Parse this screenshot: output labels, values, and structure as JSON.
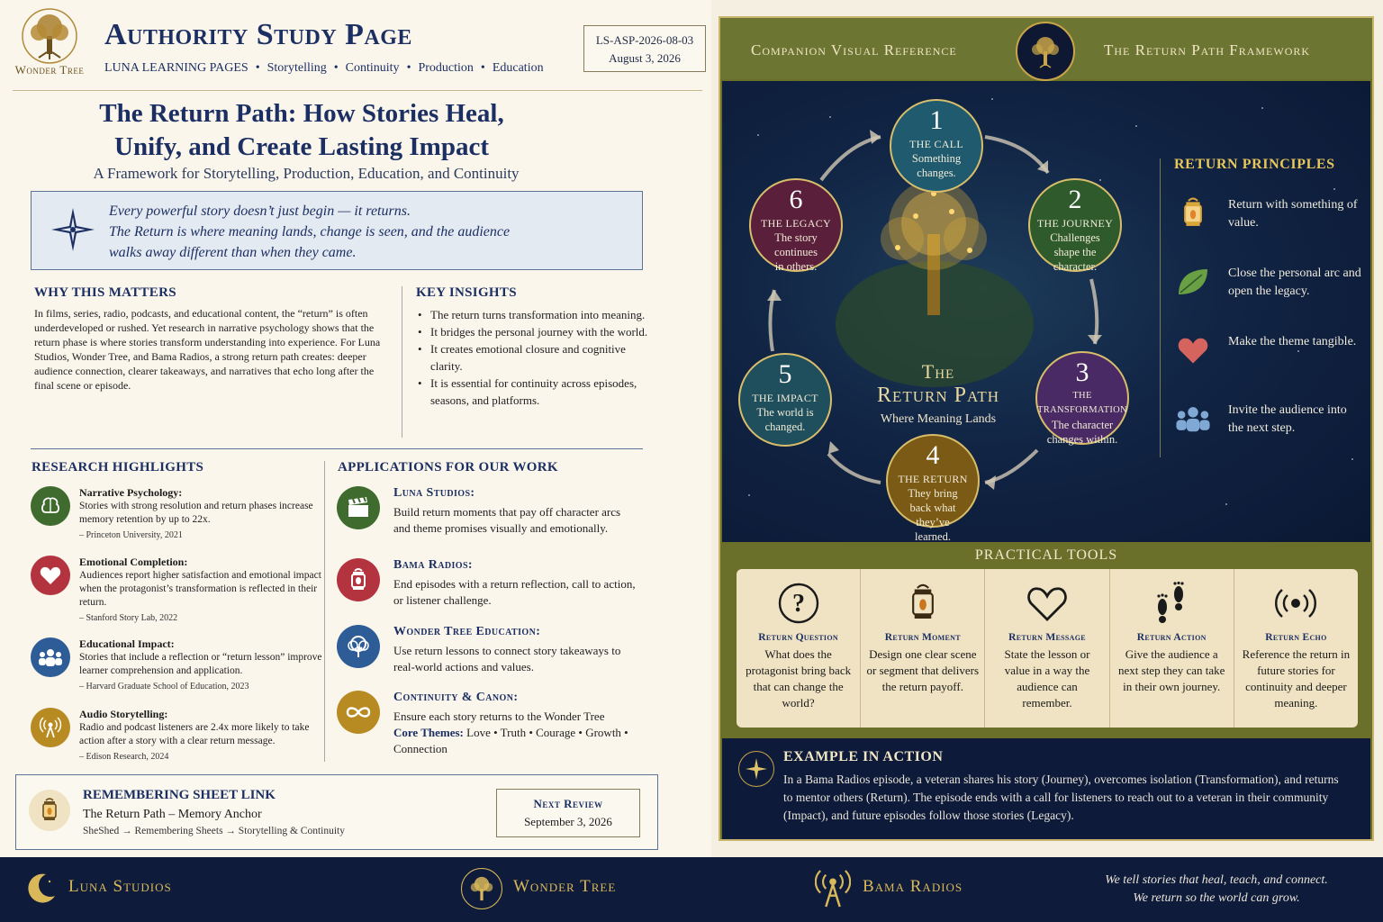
{
  "header": {
    "logo_text": "Wonder Tree",
    "title": "Authority Study Page",
    "nav": [
      "LUNA LEARNING PAGES",
      "•",
      "Storytelling",
      "•",
      "Continuity",
      "•",
      "Production",
      "•",
      "Education"
    ],
    "doc_id": "LS-ASP-2026-08-03",
    "doc_date": "August 3, 2026"
  },
  "main": {
    "title_line1": "The Return Path: How Stories Heal,",
    "title_line2": "Unify, and Create Lasting Impact",
    "subtitle": "A Framework for Storytelling, Production, Education, and Continuity",
    "quote_line1": "Every powerful story doesn’t just begin — it returns.",
    "quote_line2": "The Return is where meaning lands, change is seen, and the audience",
    "quote_line3": "walks away different than when they came."
  },
  "why": {
    "heading": "WHY THIS MATTERS",
    "text": "In films, series, radio, podcasts, and educational content, the “return” is often underdeveloped or rushed. Yet research in narrative psychology shows that the return phase is where stories transform understanding into experience. For Luna Studios, Wonder Tree, and Bama Radios, a strong return path creates: deeper audience connection, clearer takeaways, and narratives that echo long after the final scene or episode."
  },
  "insights": {
    "heading": "KEY INSIGHTS",
    "items": [
      "The return turns transformation into meaning.",
      "It bridges the personal journey with the world.",
      "It creates emotional closure and cognitive clarity.",
      "It is essential for continuity across episodes, seasons, and platforms."
    ]
  },
  "research": {
    "heading": "RESEARCH HIGHLIGHTS",
    "items": [
      {
        "title": "Narrative Psychology:",
        "text": "Stories with strong resolution and return phases increase memory retention by up to 22x.",
        "source": "– Princeton University, 2021",
        "icon": "brain-icon",
        "color": "#3f6b2e"
      },
      {
        "title": "Emotional Completion:",
        "text": "Audiences report higher satisfaction and emotional impact when the protagonist’s transformation is reflected in their return.",
        "source": "– Stanford Story Lab, 2022",
        "icon": "heart-icon",
        "color": "#b3343f"
      },
      {
        "title": "Educational Impact:",
        "text": "Stories that include a reflection or “return lesson” improve learner comprehension and application.",
        "source": "– Harvard Graduate School of Education, 2023",
        "icon": "people-icon",
        "color": "#2d5c97"
      },
      {
        "title": "Audio Storytelling:",
        "text": "Radio and podcast listeners are 2.4x more likely to take action after a story with a clear return message.",
        "source": "– Edison Research, 2024",
        "icon": "radio-tower-icon",
        "color": "#b88b22"
      }
    ]
  },
  "applications": {
    "heading": "APPLICATIONS FOR OUR WORK",
    "items": [
      {
        "title": "Luna Studios:",
        "text": "Build return moments that pay off character arcs and theme promises visually and emotionally.",
        "icon": "clapperboard-icon",
        "color": "#3f6b2e"
      },
      {
        "title": "Bama Radios:",
        "text": "End episodes with a return reflection, call to action, or listener challenge.",
        "icon": "lantern-icon",
        "color": "#b3343f"
      },
      {
        "title": "Wonder Tree Education:",
        "text": "Use return lessons to connect story takeaways to real-world actions and values.",
        "icon": "tree-icon",
        "color": "#2d5c97"
      },
      {
        "title": "Continuity & Canon:",
        "text": "Ensure each story returns to the Wonder Tree",
        "core_label": "Core Themes:",
        "core_text": "Love • Truth • Courage • Growth • Connection",
        "icon": "infinity-icon",
        "color": "#b88b22"
      }
    ]
  },
  "remember": {
    "heading": "REMEMBERING SHEET LINK",
    "link": "The Return Path – Memory Anchor",
    "path": "SheShed → Remembering Sheets → Storytelling & Continuity",
    "review_label": "Next Review",
    "review_date": "September 3, 2026"
  },
  "right": {
    "left_title": "Companion Visual Reference",
    "right_title": "The Return Path Framework",
    "center_line1": "The",
    "center_line2": "Return Path",
    "center_sub": "Where Meaning Lands",
    "stages": [
      {
        "num": "1",
        "title": "THE CALL",
        "text": "Something changes.",
        "color": "#1f5a6e"
      },
      {
        "num": "2",
        "title": "THE JOURNEY",
        "text": "Challenges shape the character.",
        "color": "#2f5a2c"
      },
      {
        "num": "3",
        "title": "THE TRANSFORMATION",
        "text": "The character changes within.",
        "color": "#4a2a64"
      },
      {
        "num": "4",
        "title": "THE RETURN",
        "text": "They bring back what they’ve learned.",
        "color": "#7a5a14"
      },
      {
        "num": "5",
        "title": "THE IMPACT",
        "text": "The world is changed.",
        "color": "#1f4e5c"
      },
      {
        "num": "6",
        "title": "THE LEGACY",
        "text": "The story continues in others.",
        "color": "#5a1f3a"
      }
    ],
    "principles_heading": "RETURN PRINCIPLES",
    "principles": [
      {
        "text": "Return with something of value.",
        "icon": "lantern-icon"
      },
      {
        "text": "Close the personal arc and open the legacy.",
        "icon": "leaf-icon"
      },
      {
        "text": "Make the theme tangible.",
        "icon": "heart-icon"
      },
      {
        "text": "Invite the audience into the next step.",
        "icon": "people-icon"
      }
    ],
    "tools_heading": "PRACTICAL TOOLS",
    "tools": [
      {
        "title": "Return Question",
        "text": "What does the protagonist bring back that can change the world?",
        "icon": "question-icon"
      },
      {
        "title": "Return Moment",
        "text": "Design one clear scene or segment that delivers the return payoff.",
        "icon": "lantern-icon"
      },
      {
        "title": "Return Message",
        "text": "State the lesson or value in a way the audience can remember.",
        "icon": "heart-outline-icon"
      },
      {
        "title": "Return Action",
        "text": "Give the audience a next step they can take in their own journey.",
        "icon": "footprints-icon"
      },
      {
        "title": "Return Echo",
        "text": "Reference the return in future stories for continuity and deeper meaning.",
        "icon": "broadcast-icon"
      }
    ],
    "example_heading": "EXAMPLE IN ACTION",
    "example_text": "In a Bama Radios episode, a veteran shares his story (Journey), overcomes isolation (Transformation), and returns to mentor others (Return). The episode ends with a call for listeners to reach out to a veteran in their community (Impact), and future episodes follow those stories (Legacy)."
  },
  "footer": {
    "brand1": "Luna Studios",
    "brand2": "Wonder Tree",
    "brand3": "Bama Radios",
    "tagline1": "We tell stories that heal, teach, and connect.",
    "tagline2": "We return so the world can grow."
  },
  "colors": {
    "navy": "#1c2f63",
    "gold": "#c8a548",
    "olive": "#6d7532",
    "footer": "#0f1b3a"
  }
}
